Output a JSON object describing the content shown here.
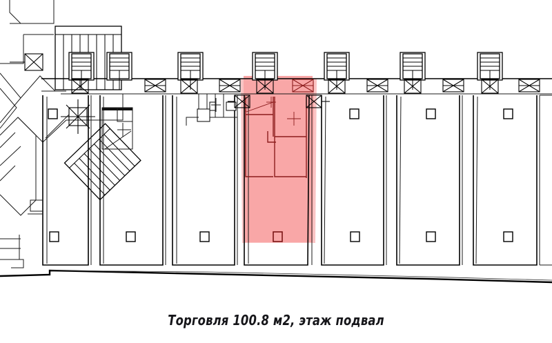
{
  "document": {
    "type": "floor-plan",
    "caption": "Торговля 100.8 м2, этаж подвал",
    "area_label": "100.8 м2",
    "area_value": 100.8,
    "area_units": "м2",
    "usage": "Торговля",
    "floor": "этаж подвал",
    "background_color": "#ffffff",
    "line_color": "#000000"
  },
  "highlight": {
    "name": "highlighted-unit",
    "fill_color": "#f9a7a7",
    "soft_fill_color": "#fbc4c4",
    "outline_color": "#8c1c1c",
    "unit_index": 4
  },
  "legend": {
    "column_symbol": "small-square",
    "stair_symbol": "hatched-rectangle",
    "window_symbol": "x-box"
  },
  "units": [
    {
      "id": "unit-1",
      "label": "",
      "highlighted": false
    },
    {
      "id": "unit-2",
      "label": "",
      "highlighted": false
    },
    {
      "id": "unit-3",
      "label": "",
      "highlighted": false
    },
    {
      "id": "unit-4",
      "label": "",
      "highlighted": true
    },
    {
      "id": "unit-5",
      "label": "",
      "highlighted": false
    },
    {
      "id": "unit-6",
      "label": "",
      "highlighted": false
    },
    {
      "id": "unit-7",
      "label": "",
      "highlighted": false
    }
  ]
}
